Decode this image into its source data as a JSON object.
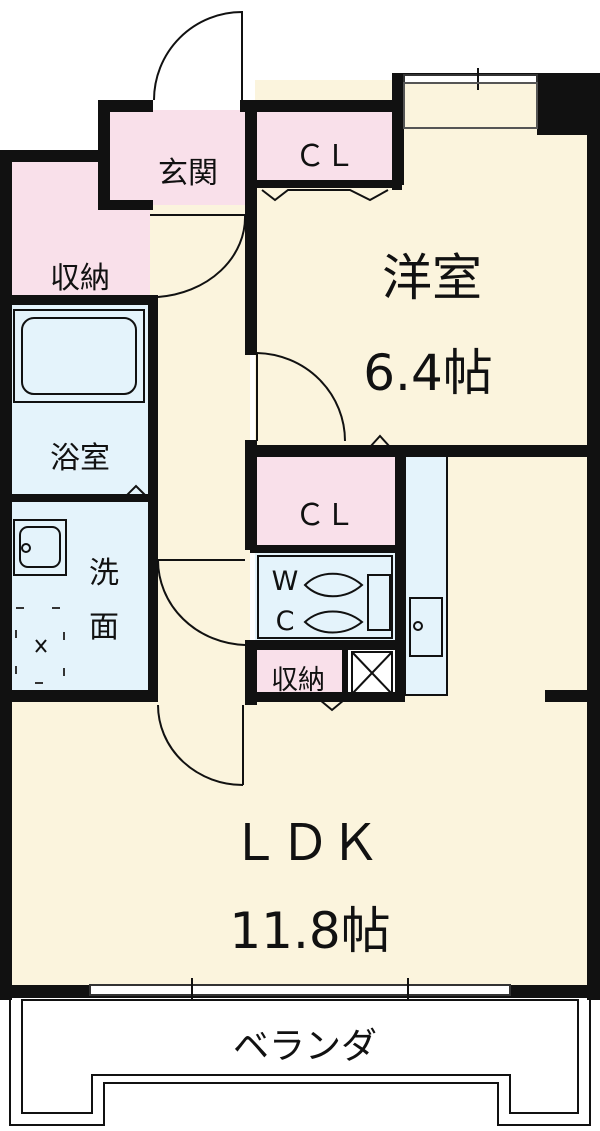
{
  "colors": {
    "wall": "#111111",
    "living_floor": "#fbf4dd",
    "wet_area": "#e4f3fb",
    "closet": "#f9e0ea",
    "veranda": "#ffffff"
  },
  "rooms": {
    "entrance": "玄関",
    "storage_left": "収納",
    "closet_bedroom": "ＣＬ",
    "bedroom_name": "洋室",
    "bedroom_size": "6.4帖",
    "bath": "浴室",
    "wash_line1": "洗",
    "wash_line2": "面",
    "closet_hall": "ＣＬ",
    "toilet_line1": "W",
    "toilet_line2": "C",
    "storage_small": "収納",
    "ldk_name": "ＬＤＫ",
    "ldk_size": "11.8帖",
    "veranda": "ベランダ"
  }
}
